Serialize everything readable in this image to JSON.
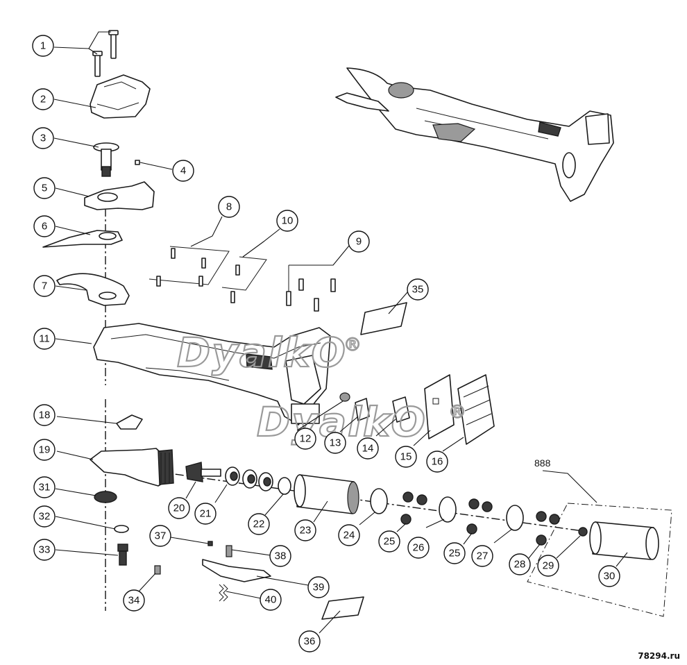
{
  "diagram": {
    "callouts": [
      "1",
      "2",
      "3",
      "4",
      "5",
      "6",
      "7",
      "8",
      "9",
      "10",
      "11",
      "12",
      "13",
      "14",
      "15",
      "16",
      "18",
      "19",
      "20",
      "21",
      "22",
      "23",
      "24",
      "25",
      "25",
      "26",
      "27",
      "28",
      "29",
      "30",
      "31",
      "32",
      "33",
      "34",
      "35",
      "36",
      "37",
      "38",
      "39",
      "40"
    ],
    "assembly_label": "888",
    "watermarks": [
      "DyalkO",
      "DyalkO"
    ],
    "registered_mark": "®",
    "site_label": "78294.ru"
  }
}
